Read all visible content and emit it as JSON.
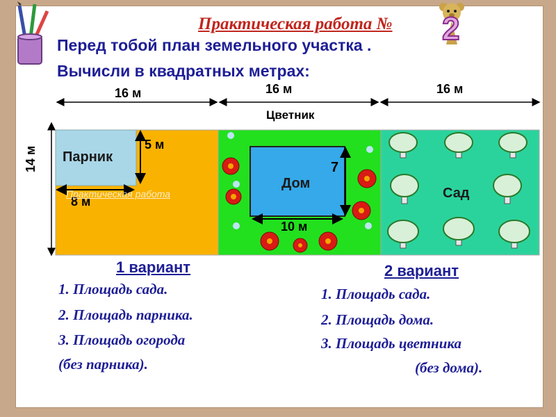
{
  "title": "Практическая работа №",
  "title_number": "2",
  "task_line1": "Перед тобой план земельного участка .",
  "task_line2": "Вычисли в квадратных метрах:",
  "plan": {
    "top_dims": [
      "16 м",
      "16 м",
      "16 м"
    ],
    "height_label": "14 м",
    "flowerbed_label": "Цветник",
    "greenhouse_label": "Парник",
    "greenhouse_height": "5 м",
    "greenhouse_width": "8 м",
    "house_label": "Дом",
    "house_height": "7",
    "house_width": "10 м",
    "garden_label": "Сад",
    "watermark": "Практическая работа"
  },
  "variant1": {
    "heading": "1 вариант",
    "items": [
      "1.  Площадь сада.",
      "2. Площадь парника.",
      "3. Площадь огорода",
      "(без парника)."
    ]
  },
  "variant2": {
    "heading": "2 вариант",
    "items": [
      "1.  Площадь сада.",
      "2. Площадь дома.",
      "3. Площадь цветника",
      "(без дома)."
    ]
  },
  "colors": {
    "vegetable_plot": "#f9b200",
    "greenhouse": "#a9d7e8",
    "flowerbed": "#22e01e",
    "house": "#35a9ea",
    "garden": "#2bd39c",
    "flower": "#d81b14",
    "title": "#c0261e",
    "text": "#1e1e96"
  }
}
